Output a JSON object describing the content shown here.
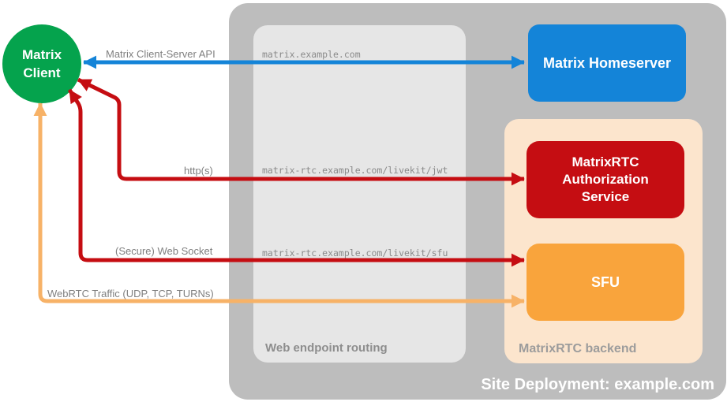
{
  "client": {
    "label": "Matrix\nClient",
    "color": "#05a34d"
  },
  "site": {
    "label": "Site Deployment: example.com",
    "bg": "#bdbdbd"
  },
  "routing": {
    "label": "Web endpoint routing",
    "bg": "#e6e6e6",
    "endpoints": [
      "matrix.example.com",
      "matrix-rtc.example.com/livekit/jwt",
      "matrix-rtc.example.com/livekit/sfu"
    ]
  },
  "backend": {
    "label": "MatrixRTC backend",
    "bg": "#fce5cd"
  },
  "nodes": {
    "homeserver": {
      "label": "Matrix Homeserver",
      "color": "#1484d8"
    },
    "auth": {
      "label": "MatrixRTC\nAuthorization\nService",
      "color": "#c50d12"
    },
    "sfu": {
      "label": "SFU",
      "color": "#f9a43c"
    }
  },
  "connectors": [
    {
      "name": "client-server-api",
      "label": "Matrix Client-Server API",
      "color": "#1484d8",
      "direction": "bidirectional"
    },
    {
      "name": "https",
      "label": "http(s)",
      "color": "#c50d12",
      "direction": "bidirectional"
    },
    {
      "name": "websocket",
      "label": "(Secure) Web Socket",
      "color": "#c50d12",
      "direction": "bidirectional"
    },
    {
      "name": "webrtc",
      "label": "WebRTC Traffic (UDP, TCP, TURNs)",
      "color": "#f7b267",
      "direction": "bidirectional"
    }
  ]
}
